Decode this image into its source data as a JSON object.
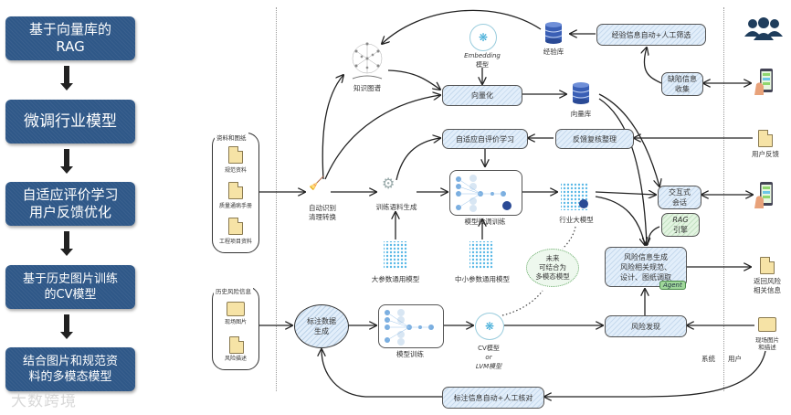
{
  "left_stack": {
    "steps": [
      {
        "label_line1": "基于向量库的",
        "label_line2": "RAG"
      },
      {
        "label_line1": "微调行业模型",
        "label_line2": ""
      },
      {
        "label_line1": "自适应评价学习",
        "label_line2": "用户反馈优化"
      },
      {
        "label_line1": "基于历史图片训练",
        "label_line2": "的CV模型"
      },
      {
        "label_line1": "结合图片和规范资",
        "label_line2": "料的多模态模型"
      }
    ],
    "watermark": "大数跨境"
  },
  "sources": {
    "docs_group": {
      "title": "资料和图纸",
      "items": [
        "规范资料",
        "质量通病手册",
        "工程项目资料"
      ]
    },
    "risk_group": {
      "title": "历史风险信息",
      "items": [
        "现场图片",
        "风险描述"
      ]
    }
  },
  "nodes": {
    "clean": {
      "line1": "自动识别",
      "line2": "清理转换"
    },
    "knowledge_graph": "知识图谱",
    "embedding_model": {
      "line1": "Embedding",
      "line2": "模型"
    },
    "vectorize": "向量化",
    "experience_db": "经验库",
    "vector_db": "向量库",
    "expert_filter": "经验信息自动+人工筛选",
    "defect_collect": {
      "line1": "缺陷信息",
      "line2": "收集"
    },
    "adaptive_eval": "自适应自评价学习",
    "feedback_review": "反馈复核整理",
    "corpus_gen": "训练语料生成",
    "finetune": "模型微调训练",
    "industry_model": "行业大模型",
    "interactive": {
      "line1": "交互式",
      "line2": "会话"
    },
    "rag_engine": {
      "line1": "RAG",
      "line2": "引擎"
    },
    "large_general": "大参数通用模型",
    "small_general": "中小参数通用模型",
    "future": {
      "line1": "未来",
      "line2": "可结合为",
      "line3": "多模态模型"
    },
    "risk_gen": {
      "line1": "风险信息生成",
      "line2": "风险相关规范、",
      "line3": "设计、图纸调取"
    },
    "agent_tag": "Agent",
    "label_gen": {
      "line1": "标注数据",
      "line2": "生成"
    },
    "model_train": "模型训练",
    "cv_model": {
      "line1": "CV模型",
      "line2": "or",
      "line3": "LVM模型"
    },
    "risk_discovery": "风险发现",
    "label_verify": "标注信息自动+人工核对"
  },
  "user_side": {
    "user_feedback": "用户反馈",
    "return_info": {
      "line1": "返回风险",
      "line2": "相关信息"
    },
    "site_photo": {
      "line1": "现场图片",
      "line2": "和描述"
    }
  },
  "zones": {
    "system": "系统",
    "user": "用户"
  },
  "colors": {
    "left_box": "#2f5888",
    "node_fill": "#e2eefa",
    "green_fill": "#e3f4e1",
    "agent_fill": "#9fd79a",
    "doc_fill": "#f6e3a6",
    "users_icon": "#1f3d5c"
  }
}
